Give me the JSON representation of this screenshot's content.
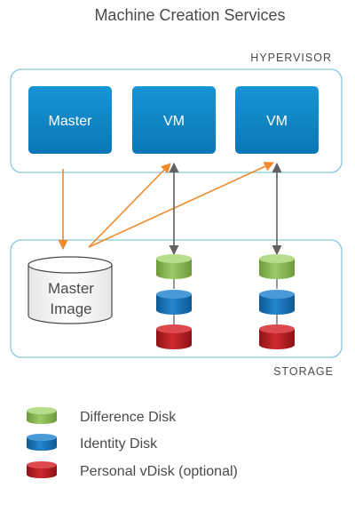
{
  "title": "Machine Creation Services",
  "hypervisor": {
    "label": "HYPERVISOR",
    "nodes": [
      {
        "label": "Master"
      },
      {
        "label": "VM"
      },
      {
        "label": "VM"
      }
    ]
  },
  "storage": {
    "label": "STORAGE",
    "master_image": {
      "line1": "Master",
      "line2": "Image"
    }
  },
  "legend": [
    {
      "label": "Difference Disk",
      "color": "#8db85a"
    },
    {
      "label": "Identity Disk",
      "color": "#1a72b8"
    },
    {
      "label": "Personal vDisk (optional)",
      "color": "#b81c20"
    }
  ],
  "colors": {
    "box_border": "#86c9dc",
    "node_fill": "#0c85c8",
    "arrow_orange": "#ee8a2d",
    "arrow_gray": "#616161"
  }
}
